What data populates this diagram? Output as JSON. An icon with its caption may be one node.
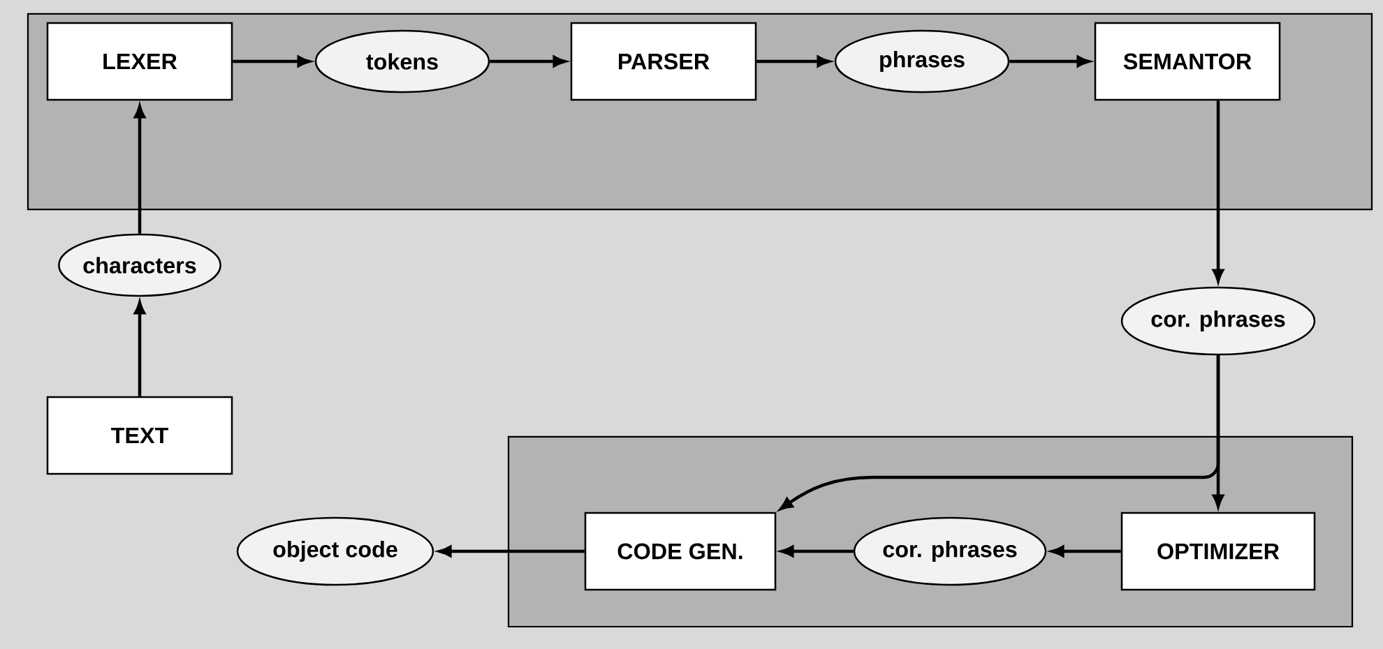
{
  "diagram": {
    "nodes": [
      {
        "text": [],
        "shape": "box"
      },
      {
        "text": [
          "LEXER"
        ],
        "in": 0
      },
      {
        "text": [
          "tokens"
        ],
        "in": 0
      },
      {
        "text": [
          "PARSER"
        ],
        "in": 0
      },
      {
        "text": [
          "phrases"
        ],
        "in": 0
      },
      {
        "text": [
          "SEMANTOR"
        ],
        "in": 0
      },
      {
        "text": [
          "characters"
        ]
      },
      {
        "text": [
          "cor. phrases"
        ]
      },
      {
        "text": [
          "TEXT"
        ]
      },
      {
        "text": [],
        "shape": "box"
      },
      {
        "text": [
          "object code"
        ]
      },
      {
        "text": [
          "CODE GEN."
        ],
        "in": 9
      },
      {
        "text": [
          "cor. phrases"
        ],
        "in": 9
      },
      {
        "text": [
          "OPTIMIZER"
        ],
        "in": 9
      }
    ],
    "edges": [
      {
        "from": 1,
        "to": 2,
        "arrow": "to"
      },
      {
        "from": 2,
        "to": 3,
        "arrow": "to"
      },
      {
        "from": 3,
        "to": 4,
        "arrow": "to"
      },
      {
        "from": 4,
        "to": 5,
        "arrow": "to"
      },
      {
        "from": 8,
        "to": 6,
        "arrow": "to"
      },
      {
        "from": 6,
        "to": 1,
        "arrow": "to"
      },
      {
        "from": 5,
        "to": 7,
        "arrow": "to"
      },
      {
        "from": 7,
        "to": 11,
        "arrow": "to"
      },
      {
        "from": 7,
        "to": 13,
        "arrow": "to"
      },
      {
        "from": 13,
        "to": 12,
        "arrow": "to"
      },
      {
        "from": 12,
        "to": 11,
        "arrow": "to"
      },
      {
        "from": 11,
        "to": 10,
        "arrow": "to"
      }
    ]
  }
}
